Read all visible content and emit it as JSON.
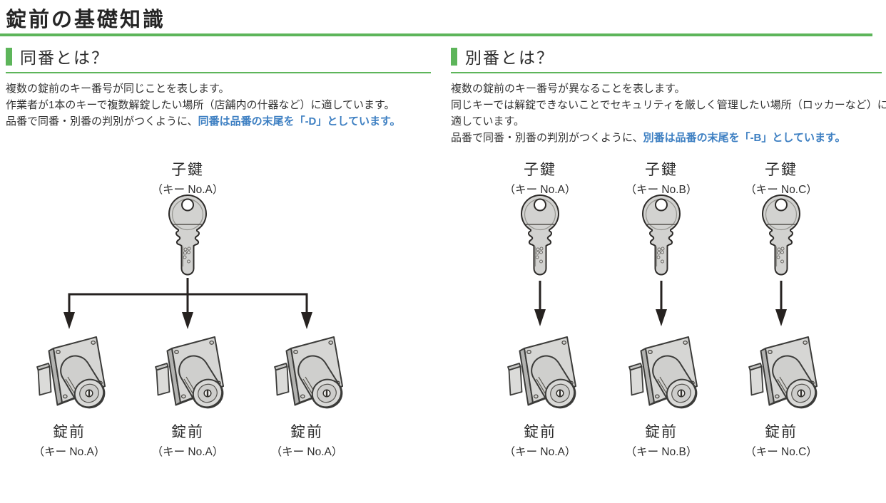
{
  "page": {
    "title": "錠前の基礎知識"
  },
  "colors": {
    "green": "#5db55a",
    "blue": "#3d7fc2",
    "arrow": "#262220"
  },
  "left": {
    "heading": "同番とは？",
    "lines": [
      "複数の錠前のキー番号が同じことを表します。",
      "作業者が1本のキーで複数解錠したい場所（店舗内の什器など）に適しています。"
    ],
    "final_prefix": "品番で同番・別番の判別がつくように、",
    "final_highlight": "同番は品番の末尾を「-D」としています。",
    "key": {
      "label": "子鍵",
      "keyno": "（キー No.A）"
    },
    "locks": [
      {
        "label": "錠前",
        "keyno": "（キー No.A）"
      },
      {
        "label": "錠前",
        "keyno": "（キー No.A）"
      },
      {
        "label": "錠前",
        "keyno": "（キー No.A）"
      }
    ]
  },
  "right": {
    "heading": "別番とは？",
    "lines": [
      "複数の錠前のキー番号が異なることを表します。",
      "同じキーでは解錠できないことでセキュリティを厳しく管理したい場所（ロッカーなど）に",
      "適しています。"
    ],
    "final_prefix": "品番で同番・別番の判別がつくように、",
    "final_highlight": "別番は品番の末尾を「-B」としています。",
    "pairs": [
      {
        "key_label": "子鍵",
        "key_no": "（キー No.A）",
        "lock_label": "錠前",
        "lock_no": "（キー No.A）"
      },
      {
        "key_label": "子鍵",
        "key_no": "（キー No.B）",
        "lock_label": "錠前",
        "lock_no": "（キー No.B）"
      },
      {
        "key_label": "子鍵",
        "key_no": "（キー No.C）",
        "lock_label": "錠前",
        "lock_no": "（キー No.C）"
      }
    ]
  }
}
